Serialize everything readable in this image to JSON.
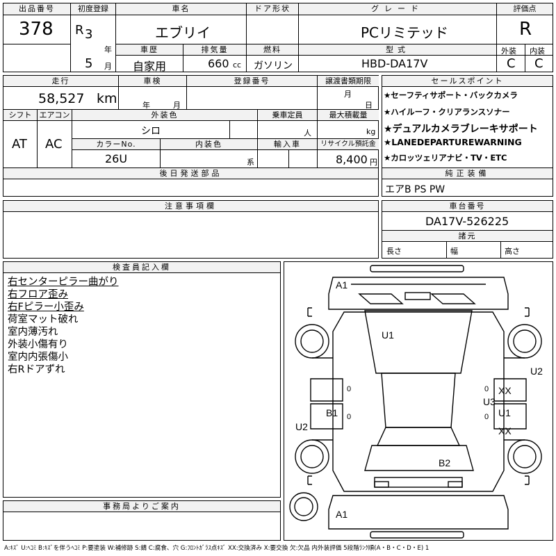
{
  "top": {
    "lot_label": "出品番号",
    "lot_no": "378",
    "first_reg_label": "初度登録",
    "era": "R",
    "year": "3",
    "year_unit": "年",
    "month": "5",
    "month_unit": "月",
    "name_label": "車名",
    "name": "エブリイ",
    "door_label": "ドア形状",
    "door": "",
    "grade_label": "グレード",
    "grade": "PCリミテッド",
    "score_label": "評価点",
    "score": "R",
    "history_label": "車歴",
    "history": "自家用",
    "disp_label": "排気量",
    "disp": "660",
    "disp_unit": "cc",
    "fuel_label": "燃料",
    "fuel": "ガソリン",
    "model_label": "型式",
    "model": "HBD-DA17V",
    "ext_label": "外装",
    "ext": "C",
    "int_label": "内装",
    "int": "C"
  },
  "row2": {
    "mileage_label": "走行",
    "mileage": "58,527",
    "mileage_unit": "km",
    "inspect_label": "車検",
    "inspect_year": "年",
    "inspect_month": "月",
    "reg_label": "登録番号",
    "reg": "",
    "transfer_label": "譲渡書類期限",
    "transfer_month": "月",
    "transfer_day": "日"
  },
  "row3": {
    "shift_label": "シフト",
    "shift": "AT",
    "ac_label": "エアコン",
    "ac": "AC",
    "color_label": "外装色",
    "color": "シロ",
    "cap_label": "乗車定員",
    "cap_unit": "人",
    "load_label": "最大積載量",
    "load_unit": "kg",
    "color_no_label": "カラーNo.",
    "color_no": "26U",
    "int_color_label": "内装色",
    "int_color_unit": "系",
    "import_label": "輸入車",
    "recycle_label": "リサイクル預託金",
    "recycle": "8,400",
    "recycle_unit": "円"
  },
  "later_parts_label": "後日発送部品",
  "sales": {
    "label": "セールスポイント",
    "items": [
      "★セーフティサポート・バックカメラ",
      "★ハイルーフ・クリアランスソナー",
      "★デュアルカメラブレーキサポート",
      "★LANEDEPARTUREWARNING",
      "★カロッツェリアナビ・TV・ETC"
    ]
  },
  "equip": {
    "label": "純正装備",
    "value": "エアB PS PW"
  },
  "caution_label": "注意事項欄",
  "chassis": {
    "label": "車台番号",
    "value": "DA17V-526225"
  },
  "dims": {
    "label": "諸元",
    "length": "長さ",
    "width": "幅",
    "height": "高さ"
  },
  "inspector": {
    "label": "検査員記入欄",
    "lines": [
      "右センターピラー曲がり",
      "右フロア歪み",
      "右Fピラー小歪み",
      "荷室マット破れ",
      "室内薄汚れ",
      "外装小傷有り",
      "室内内張傷小",
      "右Rドアずれ"
    ]
  },
  "office_label": "事務局よりご案内",
  "diagram": {
    "marks": [
      "A1",
      "U1",
      "U2",
      "B1",
      "U3",
      "U1",
      "XX",
      "XX",
      "U2",
      "B2",
      "A1"
    ],
    "zeros": [
      "0",
      "0",
      "0",
      "0"
    ]
  },
  "legend": "A:ｷｽﾞ U:ﾍｺﾐ B:ｷｽﾞを伴うﾍｺﾐ P:要塗装 W:補修跡 S:錆 C:腐食、穴 G:ﾌﾛﾝﾄｶﾞﾗｽ点ｷｽﾞ XX:交換済み X:要交換 欠:欠品 内外装評価 5段階ﾗﾝｸ順(A・B・C・D・E) 1"
}
